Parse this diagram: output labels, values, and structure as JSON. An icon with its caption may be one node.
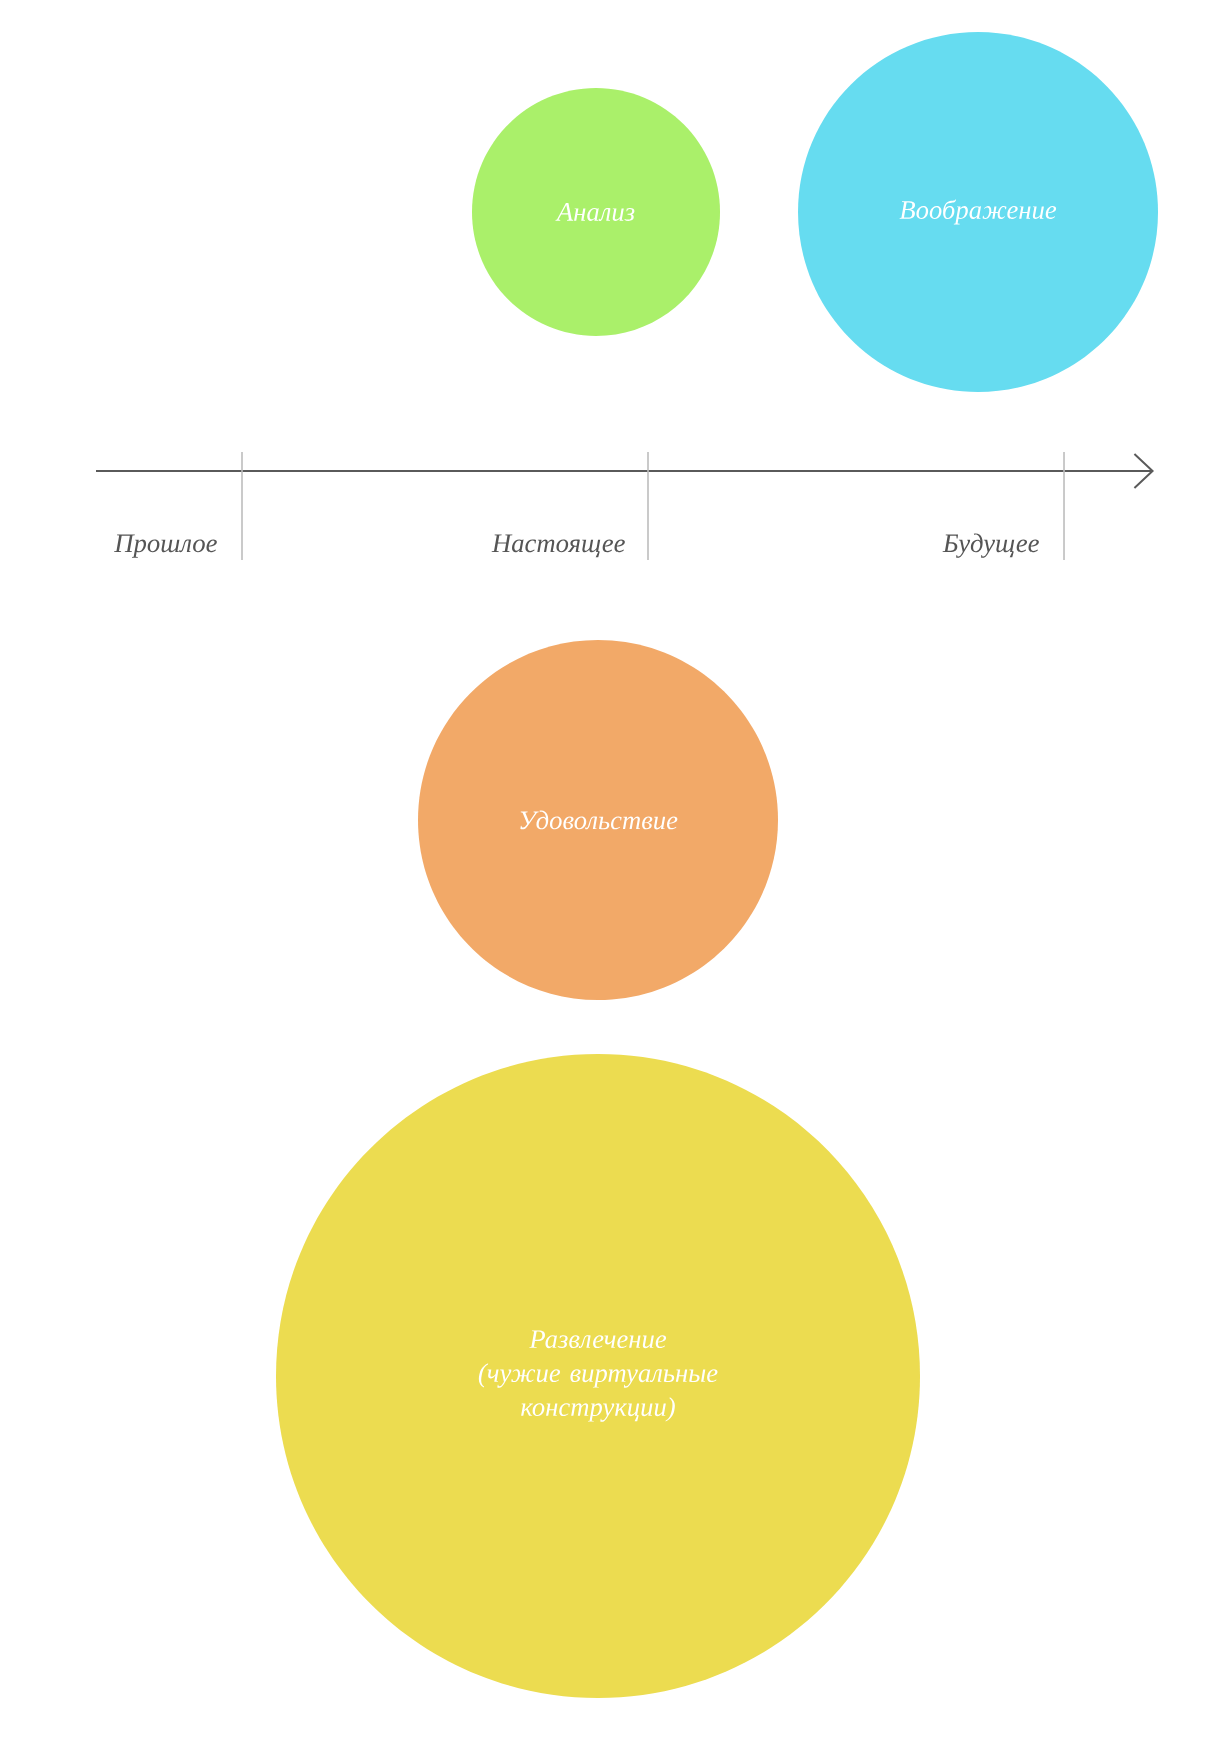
{
  "diagram": {
    "nodes": [
      {
        "text": [
          "Анализ"
        ]
      },
      {
        "text": [
          "Воображение"
        ]
      },
      {
        "text": [
          "Удовольствие"
        ]
      },
      {
        "text": [
          "Развлечение",
          "(чужие виртуальные конструкции)"
        ]
      }
    ],
    "labels": [
      "Прошлое",
      "Настоящее",
      "Будущее"
    ]
  }
}
